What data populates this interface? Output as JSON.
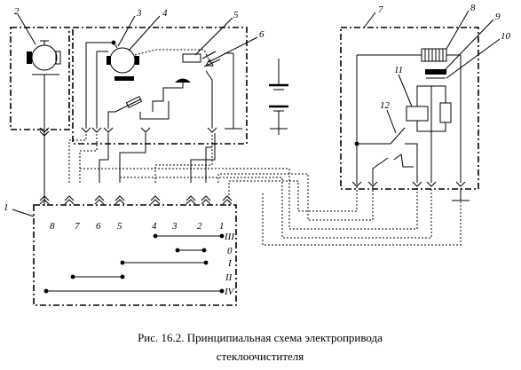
{
  "caption": {
    "line1": "Рис. 16.2. Принципиальная схема электропривода",
    "line2": "стеклоочистителя"
  },
  "component_labels": [
    "1",
    "2",
    "3",
    "4",
    "5",
    "6",
    "7",
    "8",
    "9",
    "10",
    "11",
    "12"
  ],
  "connector_pins": [
    "8",
    "7",
    "6",
    "5",
    "4",
    "3",
    "2",
    "1"
  ],
  "positions": [
    "III",
    "0",
    "I",
    "II",
    "IV"
  ]
}
